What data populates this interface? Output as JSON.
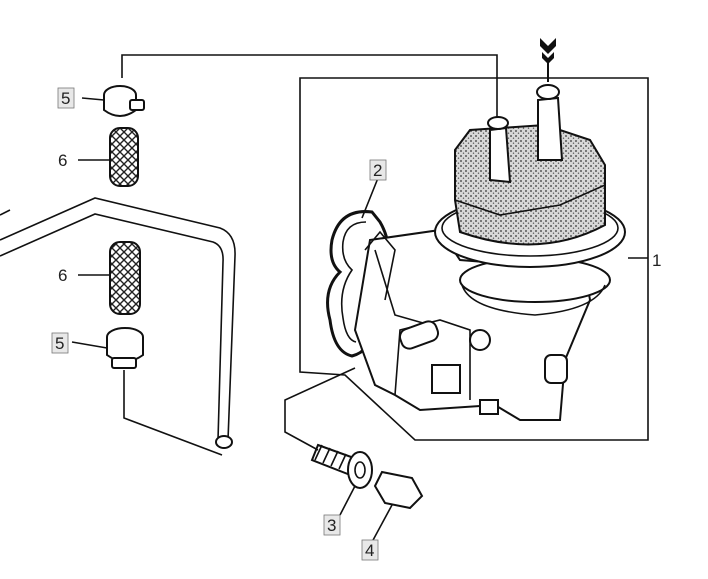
{
  "diagram": {
    "callouts": {
      "c1": "1",
      "c2": "2",
      "c3": "3",
      "c4": "4",
      "c5_top": "5",
      "c5_bottom": "5",
      "c6_top": "6",
      "c6_bottom": "6"
    }
  }
}
